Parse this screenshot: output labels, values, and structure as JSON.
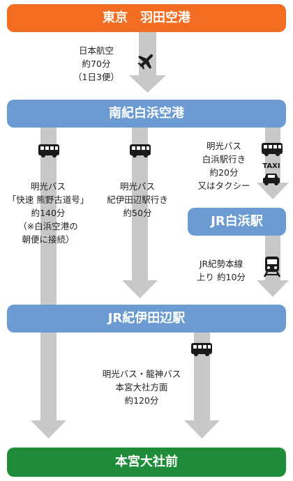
{
  "colors": {
    "orange": "#F26D21",
    "blue": "#6C9BD2",
    "green": "#1F8C3A",
    "arrow": "#C8C8C8",
    "icon": "#1a1a1a"
  },
  "nodes": {
    "tokyo": "東京　羽田空港",
    "nanki": "南紀白浜空港",
    "jr_shirahama": "JR白浜駅",
    "jr_kii": "JR紀伊田辺駅",
    "hongu": "本宮大社前"
  },
  "routes": {
    "flight": [
      "日本航空",
      "約70分",
      "（1日3便）"
    ],
    "bus_express": [
      "明光バス",
      "「快速 熊野古道号」",
      "約140分",
      "（※白浜空港の",
      "朝便に接続）"
    ],
    "bus_kii": [
      "明光バス",
      "紀伊田辺駅行き",
      "約50分"
    ],
    "bus_taxi": [
      "明光バス",
      "白浜駅行き",
      "約20分",
      "又はタクシー"
    ],
    "train": [
      "JR紀勢本線",
      "上り 約10分"
    ],
    "bus_hongu": [
      "明光バス・龍神バス",
      "本宮大社方面",
      "約120分"
    ]
  },
  "icons": {
    "plane": "airplane-icon",
    "bus": "bus-icon",
    "taxi": "taxi-icon",
    "taxi_sign": "TAXI",
    "train": "train-icon"
  }
}
